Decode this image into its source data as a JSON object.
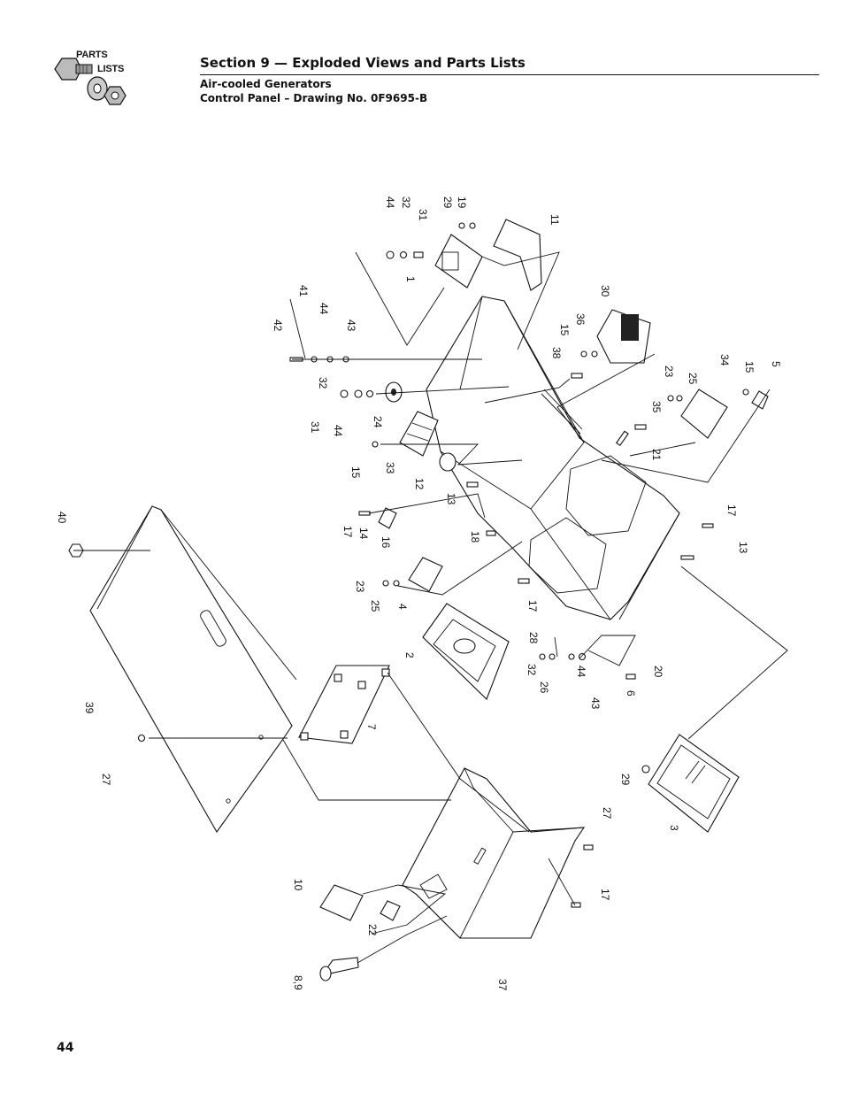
{
  "logo": {
    "word1": "PARTS",
    "word2": "LISTS"
  },
  "header": {
    "section_title": "Section 9 — Exploded Views and Parts Lists",
    "subtitle_line1": "Air-cooled Generators",
    "subtitle_line2": "Control Panel – Drawing No. 0F9695-B"
  },
  "page_number": "44",
  "callouts": {
    "c44a": "44",
    "c32a": "32",
    "c31a": "31",
    "c29a": "29",
    "c19": "19",
    "c11": "11",
    "c1": "1",
    "c41": "41",
    "c44b": "44",
    "c43a": "43",
    "c42": "42",
    "c30": "30",
    "c36": "36",
    "c15a": "15",
    "c38": "38",
    "c32b": "32",
    "c31b": "31",
    "c44c": "44",
    "c24": "24",
    "c23a": "23",
    "c25a": "25",
    "c34": "34",
    "c15b": "15",
    "c5": "5",
    "c35": "35",
    "c21": "21",
    "c15c": "15",
    "c33": "33",
    "c12": "12",
    "c13a": "13",
    "c40": "40",
    "c17a": "17",
    "c14": "14",
    "c16": "16",
    "c18": "18",
    "c17b": "17",
    "c13b": "13",
    "c23b": "23",
    "c25b": "25",
    "c4": "4",
    "c17c": "17",
    "c2": "2",
    "c28": "28",
    "c32c": "32",
    "c26": "26",
    "c44d": "44",
    "c43b": "43",
    "c6": "6",
    "c20": "20",
    "c39": "39",
    "c7": "7",
    "c27a": "27",
    "c29b": "29",
    "c3": "3",
    "c27b": "27",
    "c10": "10",
    "c22": "22",
    "c17d": "17",
    "c89": "8,9",
    "c37": "37"
  }
}
